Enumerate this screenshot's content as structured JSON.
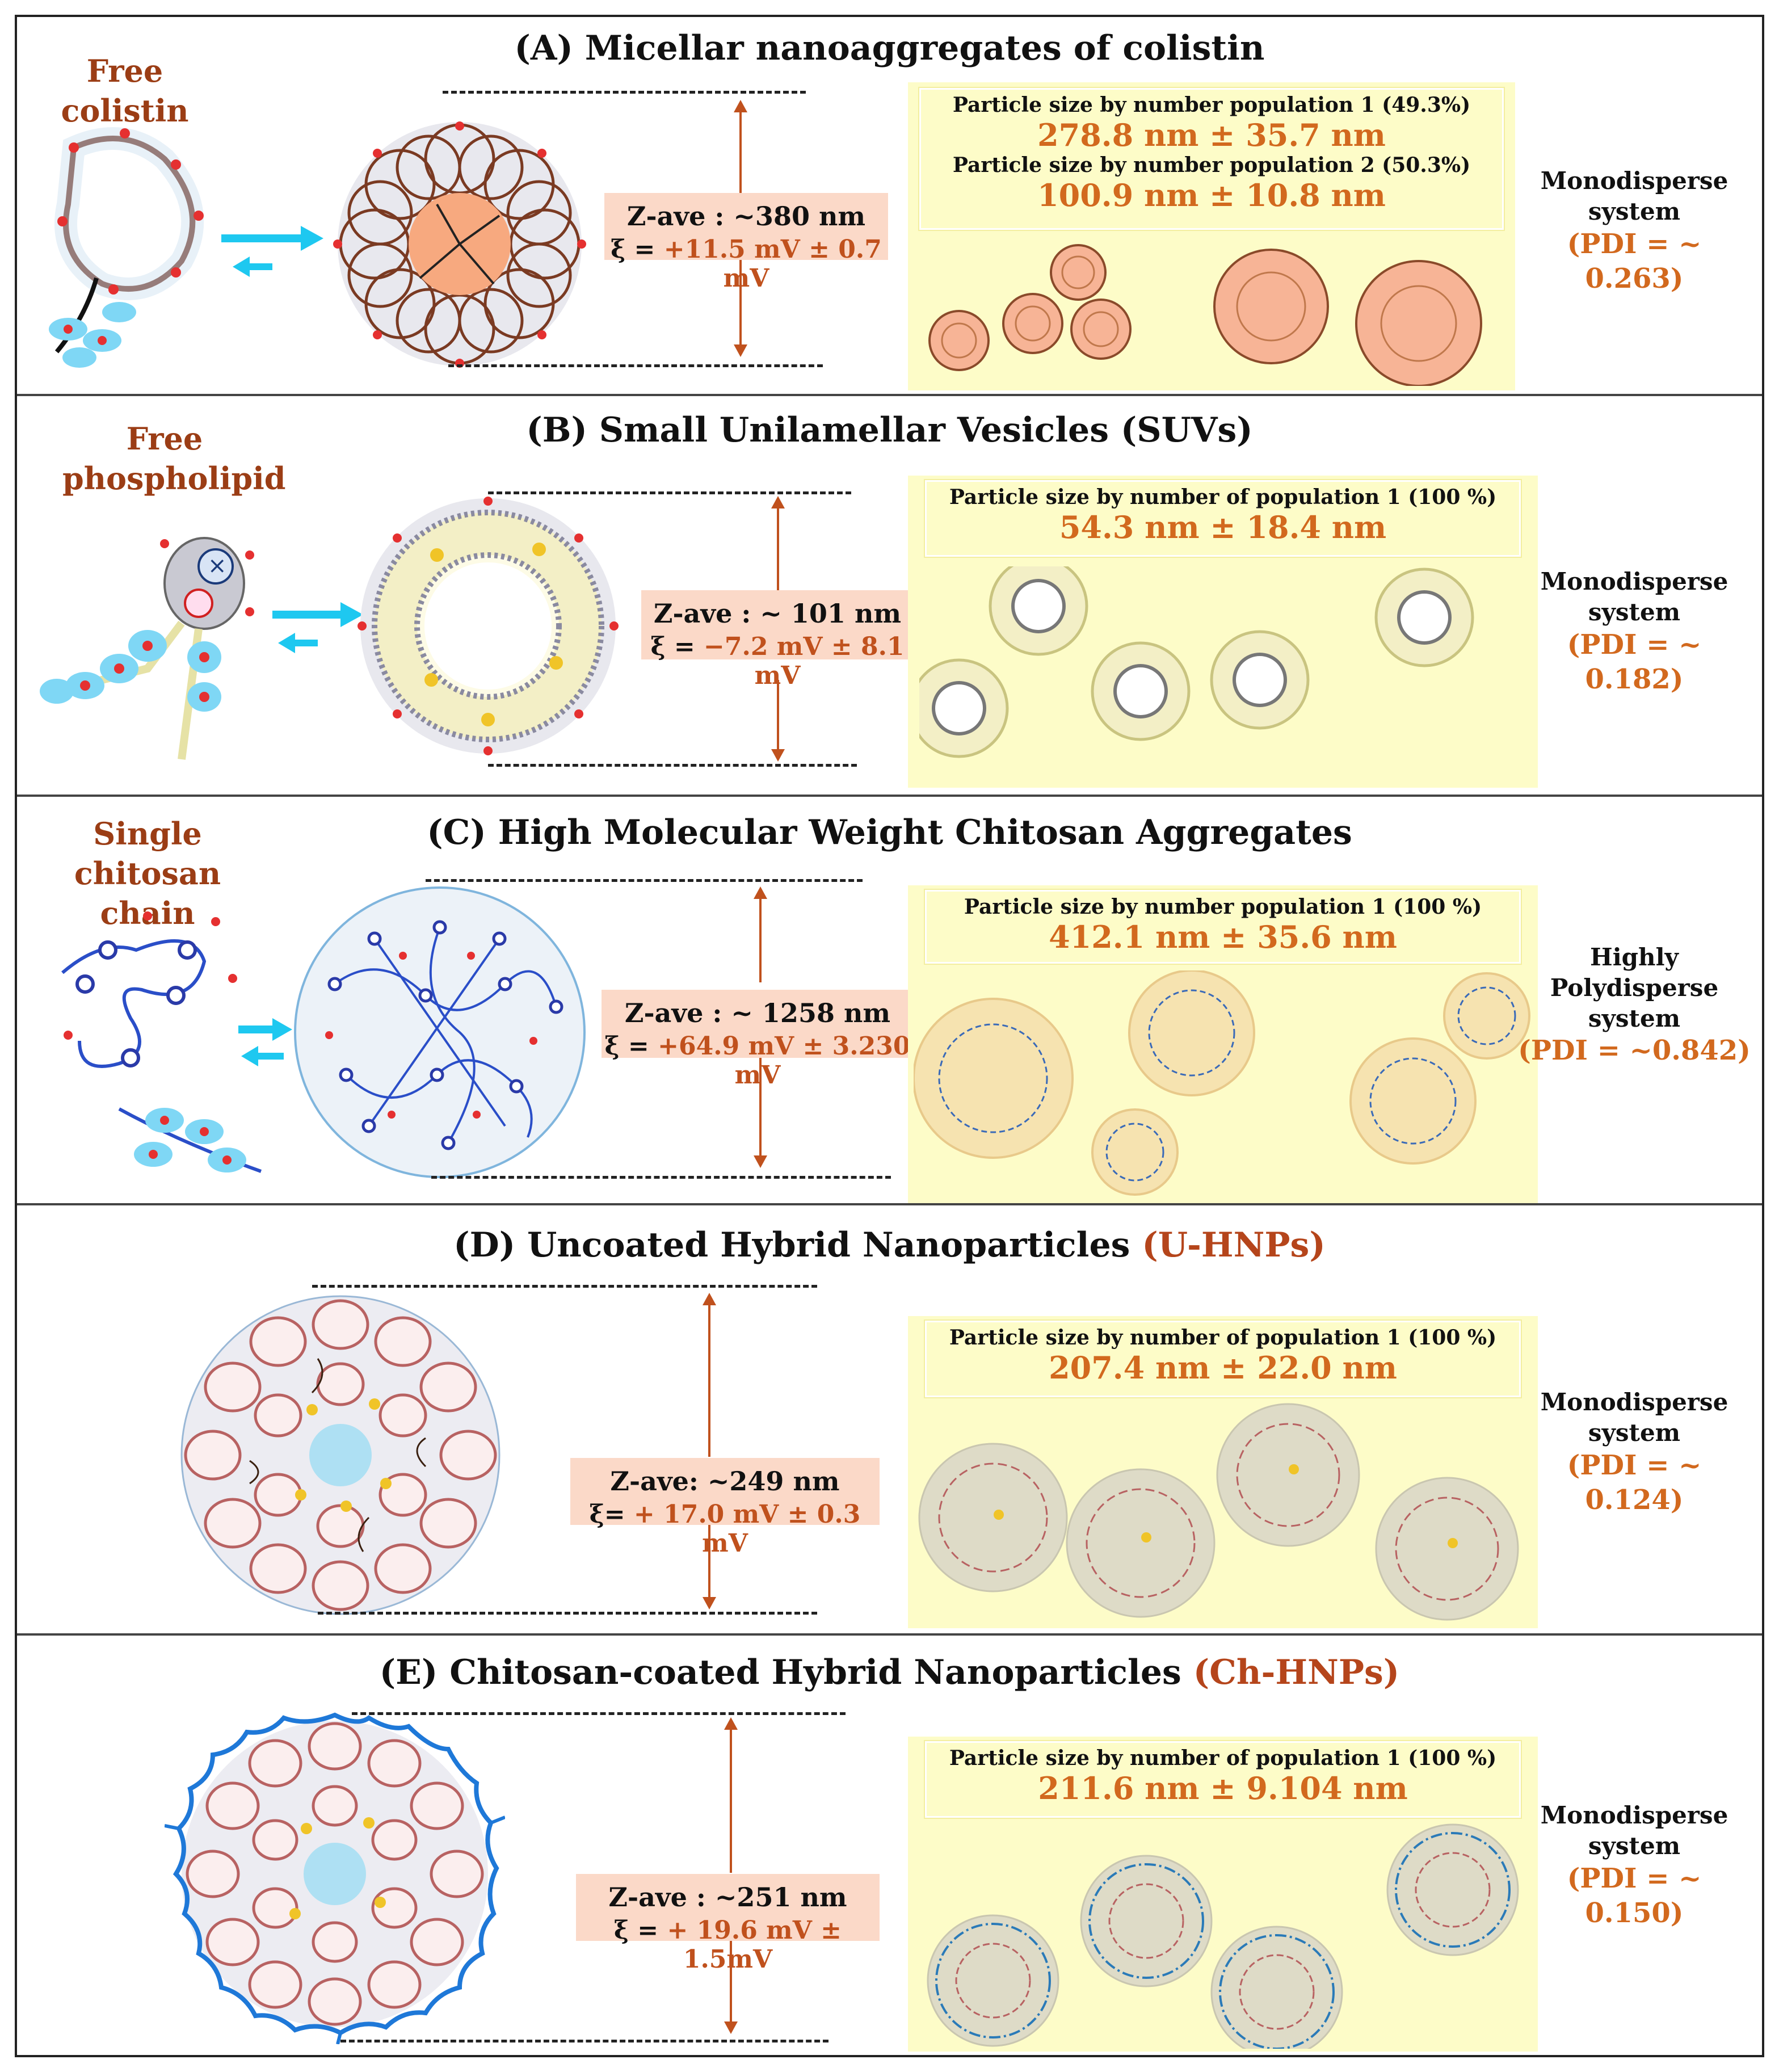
{
  "panels": [
    {
      "id": "A",
      "title": "(A) Micellar nanoaggregates of colistin",
      "title_accent": "",
      "free_label": "Free colistin",
      "zave": "Z-ave : ~380 nm",
      "zeta_prefix": "ξ = ",
      "zeta_value": "+11.5 mV ± 0.7 mV",
      "sizes": [
        {
          "label": "Particle size by number  population 1 (49.3%)",
          "value": "278.8 nm ± 35.7 nm"
        },
        {
          "label": "Particle size by number  population 2 (50.3%)",
          "value": "100.9 nm ± 10.8 nm"
        }
      ],
      "dispersity": "Monodisperse system",
      "pdi": "(PDI = ~ 0.263)"
    },
    {
      "id": "B",
      "title": "(B) Small Unilamellar Vesicles (SUVs)",
      "title_accent": "",
      "free_label": "Free phospholipid",
      "zave": "Z-ave : ~ 101 nm",
      "zeta_prefix": "ξ = ",
      "zeta_value": "−7.2 mV ± 8.1 mV",
      "sizes": [
        {
          "label": "Particle size by number of population 1 (100 %)",
          "value": "54.3 nm ± 18.4 nm"
        }
      ],
      "dispersity": "Monodisperse system",
      "pdi": "(PDI = ~ 0.182)"
    },
    {
      "id": "C",
      "title": "(C) High Molecular Weight Chitosan Aggregates",
      "title_accent": "",
      "free_label": "Single chitosan chain",
      "zave": "Z-ave : ~ 1258 nm",
      "zeta_prefix": "ξ = ",
      "zeta_value": "+64.9 mV ± 3.230 mV",
      "sizes": [
        {
          "label": "Particle size by number  population 1 (100 %)",
          "value": "412.1 nm ± 35.6 nm"
        }
      ],
      "dispersity": "Highly Polydisperse system",
      "pdi": "(PDI = ~0.842)"
    },
    {
      "id": "D",
      "title": "(D) Uncoated Hybrid Nanoparticles ",
      "title_accent": "(U-HNPs)",
      "free_label": "",
      "zave": "Z-ave: ~249 nm",
      "zeta_prefix": "ξ=  ",
      "zeta_value": "+ 17.0 mV ± 0.3 mV",
      "sizes": [
        {
          "label": "Particle size by number of population 1 (100 %)",
          "value": "207.4 nm ± 22.0 nm"
        }
      ],
      "dispersity": "Monodisperse system",
      "pdi": "(PDI = ~ 0.124)"
    },
    {
      "id": "E",
      "title": "(E) Chitosan-coated Hybrid Nanoparticles ",
      "title_accent": "(Ch-HNPs)",
      "free_label": "",
      "zave": "Z-ave : ~251 nm",
      "zeta_prefix": "ξ = ",
      "zeta_value": "+ 19.6 mV ± 1.5mV",
      "sizes": [
        {
          "label": "Particle size by number of population 1 (100 %)",
          "value": "211.6 nm ± 9.104 nm"
        }
      ],
      "dispersity": "Monodisperse system",
      "pdi": "(PDI = ~ 0.150)"
    }
  ],
  "colors": {
    "title_accent": "#b5451b",
    "value_orange": "#d2691e",
    "arrow_cyan": "#1ec8f0",
    "zbox_bg": "#fbd9c8",
    "yellow_bg": "#fdfcc8"
  }
}
